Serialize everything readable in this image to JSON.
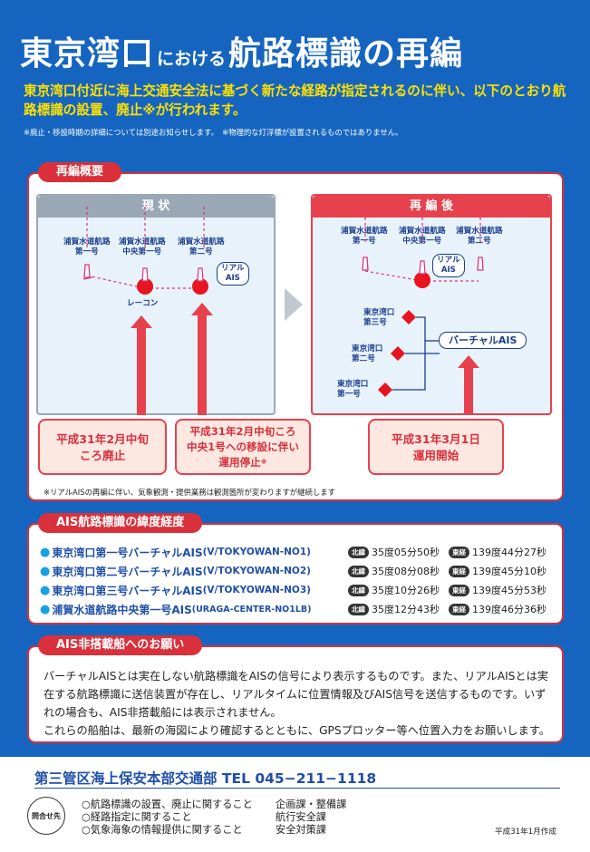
{
  "header": {
    "title_a": "東京湾口",
    "title_b": "における",
    "title_c": "航路標識の再編",
    "lead": "東京湾口付近に海上交通安全法に基づく新たな経路が指定されるのに伴い、以下のとおり航路標識の設置、廃止※が行われます。",
    "note": "※廃止・移設時期の詳細については別途お知らせします。　※物理的な灯浮標が設置されるものではありません。"
  },
  "overview": {
    "tag": "再編概要",
    "current": {
      "heading": "現 状",
      "buoys": [
        "浦賀水道航路\n第一号",
        "浦賀水道航路\n中央第一号",
        "浦賀水道航路\n第二号"
      ],
      "real_ais": "リアル\nAIS",
      "racon": "レーコン"
    },
    "after": {
      "heading": "再 編 後",
      "buoys": [
        "浦賀水道航路\n第一号",
        "浦賀水道航路\n中央第一号",
        "浦賀水道航路\n第二号"
      ],
      "real_ais": "リアル\nAIS",
      "virtual_buoys": [
        "東京湾口\n第三号",
        "東京湾口\n第二号",
        "東京湾口\n第一号"
      ],
      "virtual_ais": "バーチャルAIS"
    },
    "callouts": [
      {
        "text1": "平成31年2月中旬",
        "text2": "ころ廃止"
      },
      {
        "text1": "平成31年2月中旬ころ",
        "text2": "中央1号への移設に伴い",
        "text3": "運用停止",
        "mark": "※"
      },
      {
        "text1": "平成31年3月1日",
        "text2": "運用開始"
      }
    ],
    "footnote": "※リアルAISの再編に伴い、気象観測・提供業務は観測箇所が変わりますが継続します"
  },
  "coords": {
    "tag": "AIS航路標識の緯度経度",
    "lat_label": "北緯",
    "lon_label": "東経",
    "rows": [
      {
        "name": "東京湾口第一号バーチャルAIS",
        "code": "(V/TOKYOWAN-NO1)",
        "lat": "35度05分50秒",
        "lon": "139度44分27秒"
      },
      {
        "name": "東京湾口第二号バーチャルAIS",
        "code": "(V/TOKYOWAN-NO2)",
        "lat": "35度08分08秒",
        "lon": "139度45分10秒"
      },
      {
        "name": "東京湾口第三号バーチャルAIS",
        "code": "(V/TOKYOWAN-NO3)",
        "lat": "35度10分26秒",
        "lon": "139度45分53秒"
      },
      {
        "name": "浦賀水道航路中央第一号AIS",
        "code": "(URAGA-CENTER-NO1LB)",
        "lat": "35度12分43秒",
        "lon": "139度46分36秒"
      }
    ]
  },
  "request": {
    "tag": "AIS非搭載船へのお願い",
    "body1": "バーチャルAISとは実在しない航路標識をAISの信号により表示するものです。また、リアルAISとは実在する航路標識に送信装置が存在し、リアルタイムに位置情報及びAIS信号を送信するものです。いずれの場合も、AIS非搭載船には表示されません。",
    "body2": "これらの船舶は、最新の海図により確認するとともに、GPSプロッター等へ位置入力をお願いします。"
  },
  "footer": {
    "office": "第三管区海上保安本部交通部",
    "tel": "TEL 045−211−1118",
    "inquiry_label": "問合せ先",
    "items": [
      {
        "topic": "○航路標識の設置、廃止に関すること",
        "dept": "企画課・整備課"
      },
      {
        "topic": "○経路指定に関すること",
        "dept": "航行安全課"
      },
      {
        "topic": "○気象海象の情報提供に関すること",
        "dept": "安全対策課"
      }
    ],
    "date": "平成31年1月作成"
  },
  "colors": {
    "blue": "#1565c0",
    "red": "#d9303b",
    "yellow": "#ffe100",
    "navy": "#1f4fa8"
  }
}
